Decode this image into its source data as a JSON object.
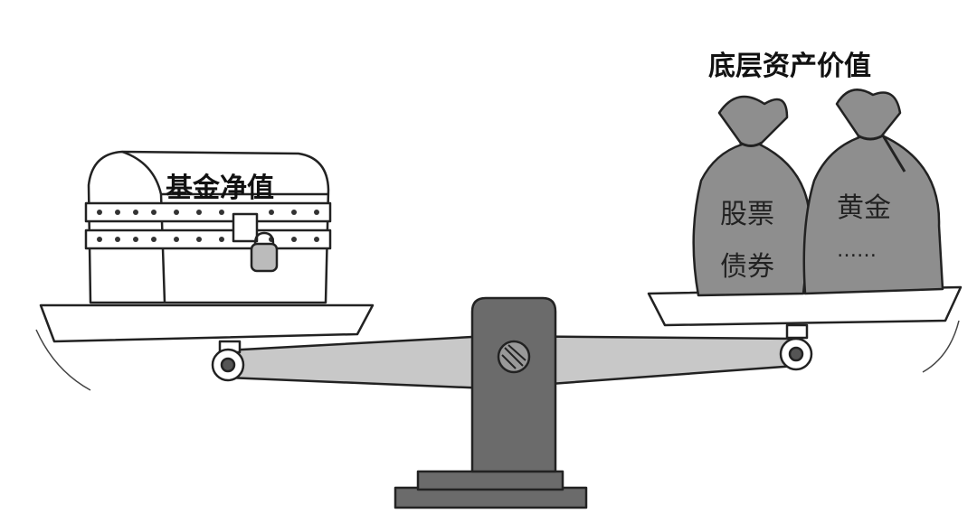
{
  "labels": {
    "right_title": "底层资产价值",
    "chest": "基金净值",
    "bag_left_line1": "股票",
    "bag_left_line2": "债券",
    "bag_right_line1": "黄金",
    "bag_right_line2": "……"
  },
  "colors": {
    "metal": "#6b6b6b",
    "beam": "#c8c8c8",
    "bag": "#8e8e8e",
    "outline": "#222222"
  }
}
